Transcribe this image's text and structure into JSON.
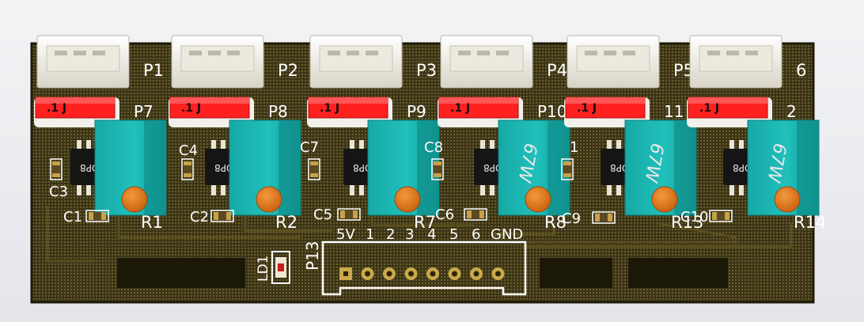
{
  "pcb": {
    "board_color": "#3b3417",
    "soldermask_dots_color": "#6b5e2a",
    "connectors": [
      {
        "label": "P1"
      },
      {
        "label": "P2"
      },
      {
        "label": "P3"
      },
      {
        "label": "P4"
      },
      {
        "label": "P5"
      },
      {
        "label": "6"
      }
    ],
    "capacitors_top": [
      {
        "marking": ".1 J",
        "label": "P7"
      },
      {
        "marking": ".1 J",
        "label": "P8"
      },
      {
        "marking": ".1 J",
        "label": "P9"
      },
      {
        "marking": ".1 J",
        "label": "P10"
      },
      {
        "marking": ".1 J",
        "label": "11"
      },
      {
        "marking": ".1 J",
        "label": "2"
      }
    ],
    "chips": [
      {
        "marking": "SOP8"
      },
      {
        "marking": "SOP8"
      },
      {
        "marking": "SOP8"
      },
      {
        "marking": "SOP8"
      },
      {
        "marking": "SOP8"
      },
      {
        "marking": "SOP8"
      }
    ],
    "potentiometers": [
      {
        "label": "R1",
        "marking": ""
      },
      {
        "label": "R2",
        "marking": ""
      },
      {
        "label": "R7",
        "marking": ""
      },
      {
        "label": "R8",
        "marking": "67W"
      },
      {
        "label": "R13",
        "marking": "67W"
      },
      {
        "label": "R14",
        "marking": "67W"
      }
    ],
    "silk_labels": {
      "c3": "C3",
      "c1": "C1",
      "c4": "C4",
      "c2": "C2",
      "c7": "C7",
      "c5": "C5",
      "c8": "C8",
      "c6": "C6",
      "c9": "C9",
      "c10": "C10",
      "one": "1",
      "ld1": "LD1",
      "p13": "P13"
    },
    "header_pins": [
      "5V",
      "1",
      "2",
      "3",
      "4",
      "5",
      "6",
      "GND"
    ]
  }
}
